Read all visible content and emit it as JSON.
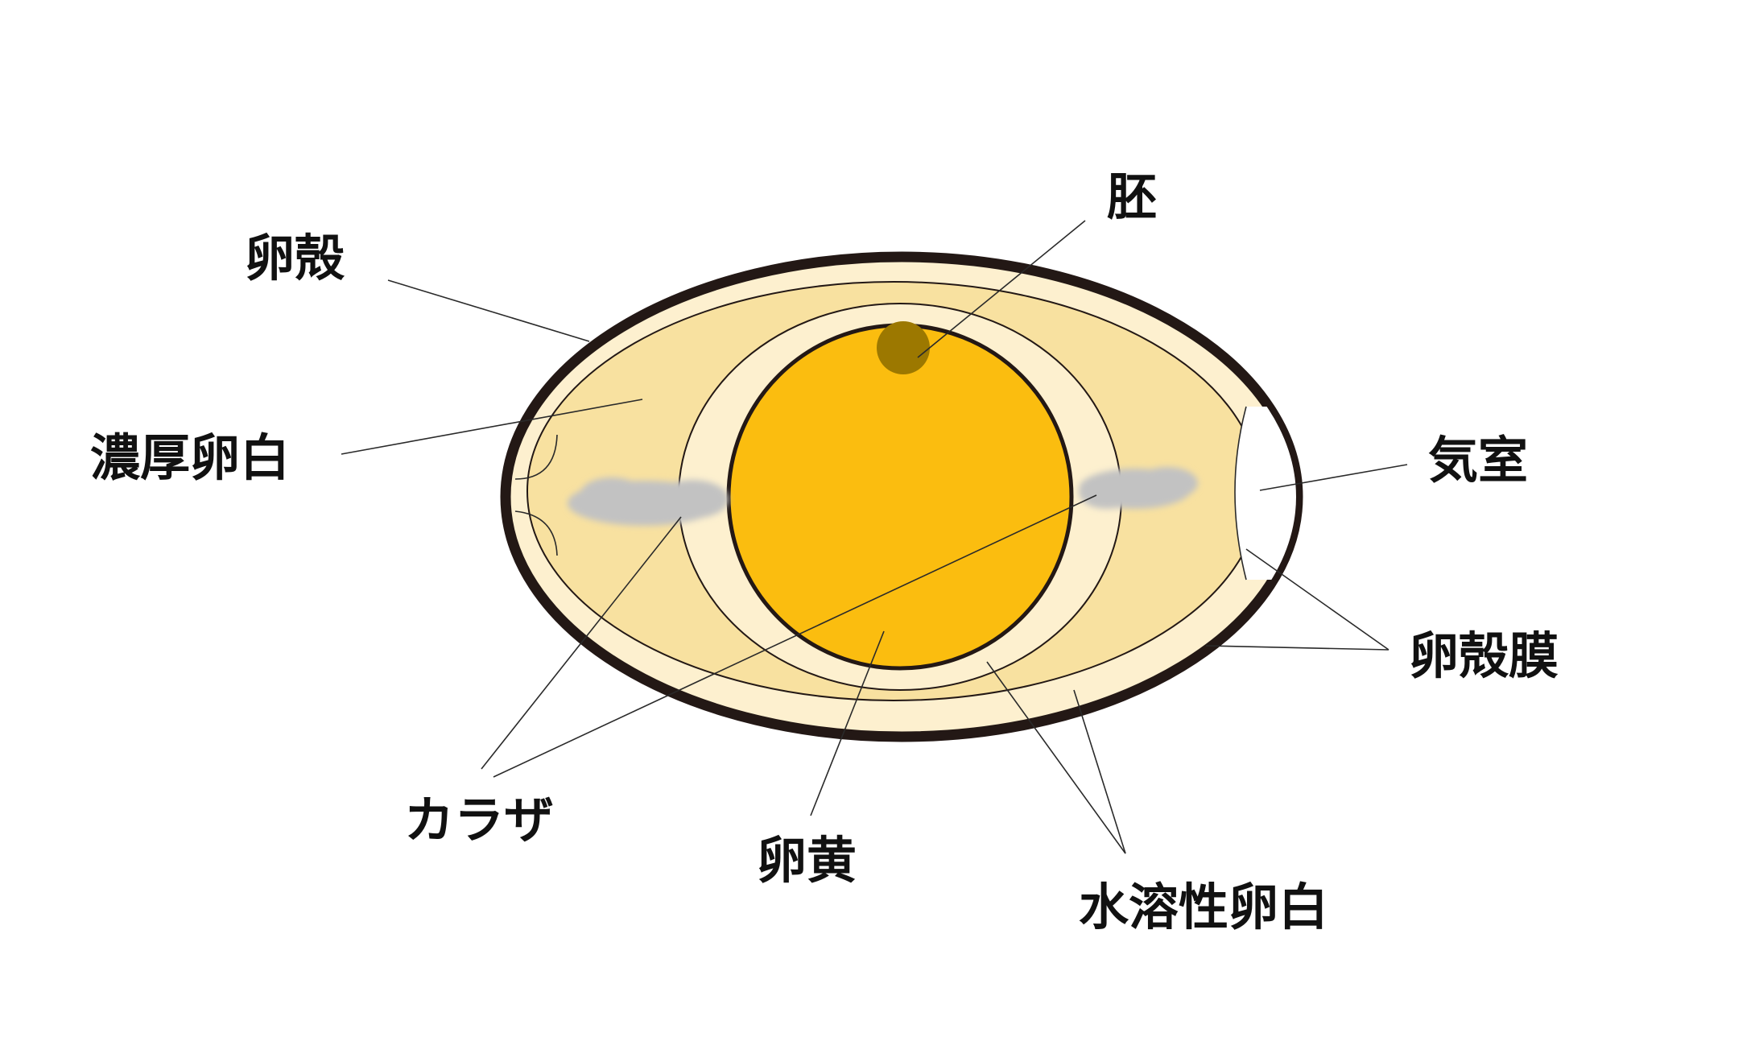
{
  "labels": {
    "shell": "卵殻",
    "thick_albumen": "濃厚卵白",
    "chalaza": "カラザ",
    "yolk": "卵黄",
    "embryo": "胚",
    "air_cell": "気室",
    "shell_membrane": "卵殻膜",
    "thin_albumen": "水溶性卵白"
  },
  "colors": {
    "shell_outline": "#231815",
    "membrane_fill": "#fdf0cf",
    "thick_albumen_fill": "#f8e1a0",
    "inner_ring_fill": "#fdf0cf",
    "yolk_fill": "#fbbd0f",
    "embryo_fill": "#9c7800",
    "chalaza_fill": "#c2c2c2"
  }
}
